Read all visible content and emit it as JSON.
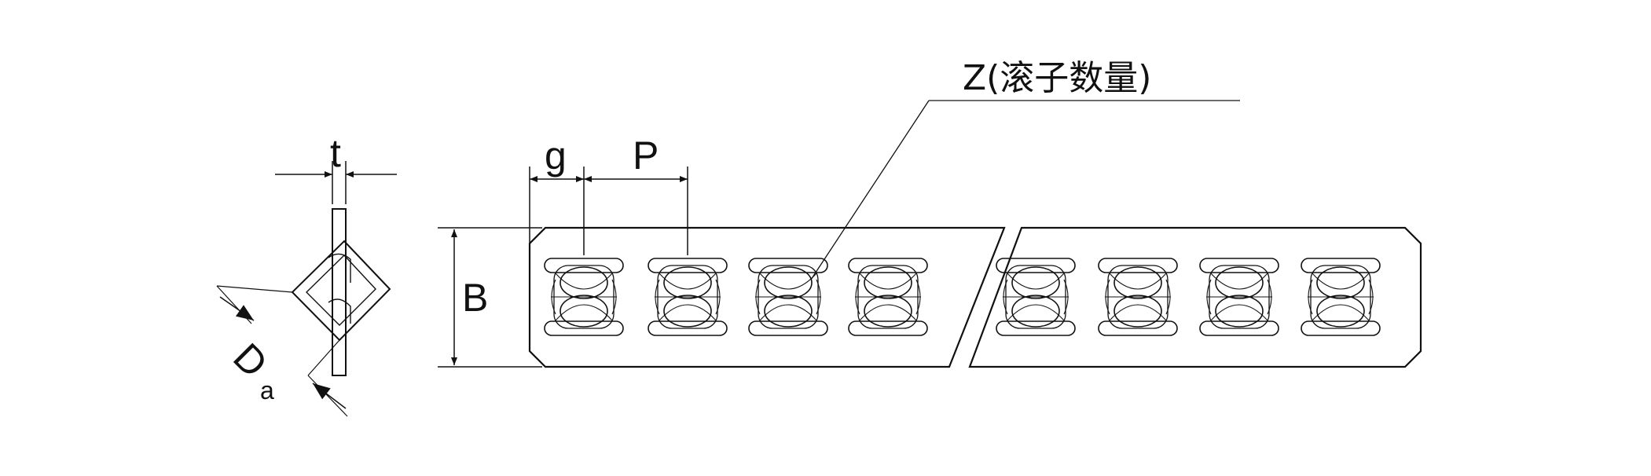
{
  "labels": {
    "thickness": "t",
    "gap": "g",
    "pitch": "P",
    "width": "B",
    "diameter_main": "D",
    "diameter_sub": "a",
    "roller_count": "Z(滚子数量)"
  },
  "strip": {
    "left_segment_cages": 4,
    "right_segment_cages": 4
  },
  "colors": {
    "line": "#111111",
    "background": "#ffffff"
  }
}
